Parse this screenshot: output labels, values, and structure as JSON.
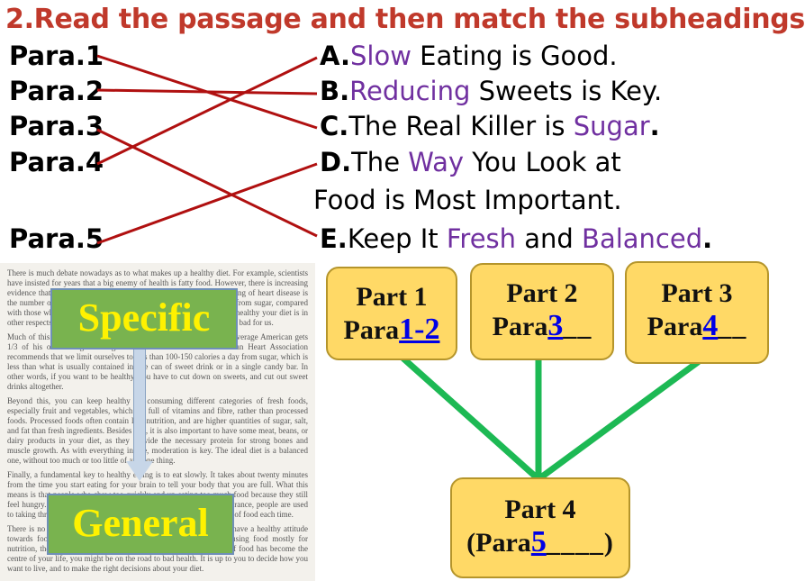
{
  "title": "2.Read the passage and then match the subheadings",
  "paras": [
    "Para.1",
    "Para.2",
    "Para.3",
    "Para.4",
    "Para.5"
  ],
  "options": {
    "a": {
      "letter": "A.",
      "pre": "",
      "hl": "Slow",
      "post": " Eating is Good."
    },
    "b": {
      "letter": "B.",
      "pre": "",
      "hl": "Reducing",
      "post": " Sweets is Key."
    },
    "c": {
      "letter": "C.",
      "pre": "The Real Killer is ",
      "hl": "Sugar",
      "post": "."
    },
    "d": {
      "letter": "D.",
      "pre": "The ",
      "hl": "Way",
      "post": " You Look at"
    },
    "d2": "Food is Most Important.",
    "e": {
      "letter": "E.",
      "pre": "Keep It ",
      "hl": "Fresh",
      "mid": " and ",
      "hl2": "Balanced",
      "post": "."
    }
  },
  "passage": [
    "There is much debate nowadays as to what makes up a healthy diet. For example, scientists have insisted for years that a big enemy of health is fatty food. However, there is increasing evidence that the real killer is sugar. Studies show that the risk of dying of heart disease is the number of people who get more than 10% of their daily calories from sugar, compared with those who receive less than 10%. This is true regardless of how healthy your diet is in other respects, so we will continue to argue over whether fat is good or bad for us.",
    "Much of this extra sugar comes from sweets and sweet drinks. The average American gets 1/3 of his or her sugar through sweet drinks alone. The American Heart Association recommends that we limit ourselves to less than 100-150 calories a day from sugar, which is less than what is usually contained in one can of sweet drink or in a single candy bar. In other words, if you want to be healthy, you have to cut down on sweets, and cut out sweet drinks altogether.",
    "Beyond this, you can keep healthy by consuming different categories of fresh foods, especially fruit and vegetables, which are full of vitamins and fibre, rather than processed foods. Processed foods often contain less nutrition, and are higher quantities of sugar, salt, and fat than fresh ingredients. Besides this, it is also important to have some meat, beans, or dairy products in your diet, as they provide the necessary protein for strong bones and muscle growth. As with everything in life, moderation is key. The ideal diet is a balanced one, without too much or too little of any one thing.",
    "Finally, a fundamental key to healthy eating is to eat slowly. It takes about twenty minutes from the time you start eating for your brain to tell your body that you are full. What this means is that people who chew too quickly end up eating too much food because they still feel hungry. Eating slowly allows you to enjoy your food more. In France, people are used to taking three meals a day at the table, and they eat a modest amount of food each time.",
    "There is no doubt that a healthy diet leads to a healthy life. If you have a healthy attitude towards food and always ask yourself what to eat? If you are using food mostly for nutrition, then you are on the right track with your diet. However, if food has become the centre of your life, you might be on the road to bad health. It is up to you to decide how you want to live, and to make the right decisions about your diet."
  ],
  "tags": {
    "specific": "Specific",
    "general": "General"
  },
  "parts": [
    {
      "label": "Part 1",
      "prefix": "Para",
      "answer": "1-2",
      "suffix": ""
    },
    {
      "label": "Part 2",
      "prefix": "Para",
      "answer": "3",
      "suffix": "__"
    },
    {
      "label": "Part 3",
      "prefix": "Para",
      "answer": "4",
      "suffix": "__"
    },
    {
      "label": "Part 4",
      "prefix": "(Para",
      "answer": "5",
      "suffix": "____)"
    }
  ],
  "colors": {
    "title": "#c0392b",
    "highlight": "#7030a0",
    "match_line": "#b01010",
    "tree_line": "#1db954",
    "part_fill": "#ffd966",
    "answer": "#0000e6",
    "tag_fill": "#79b34f",
    "tag_text": "#fff200"
  }
}
